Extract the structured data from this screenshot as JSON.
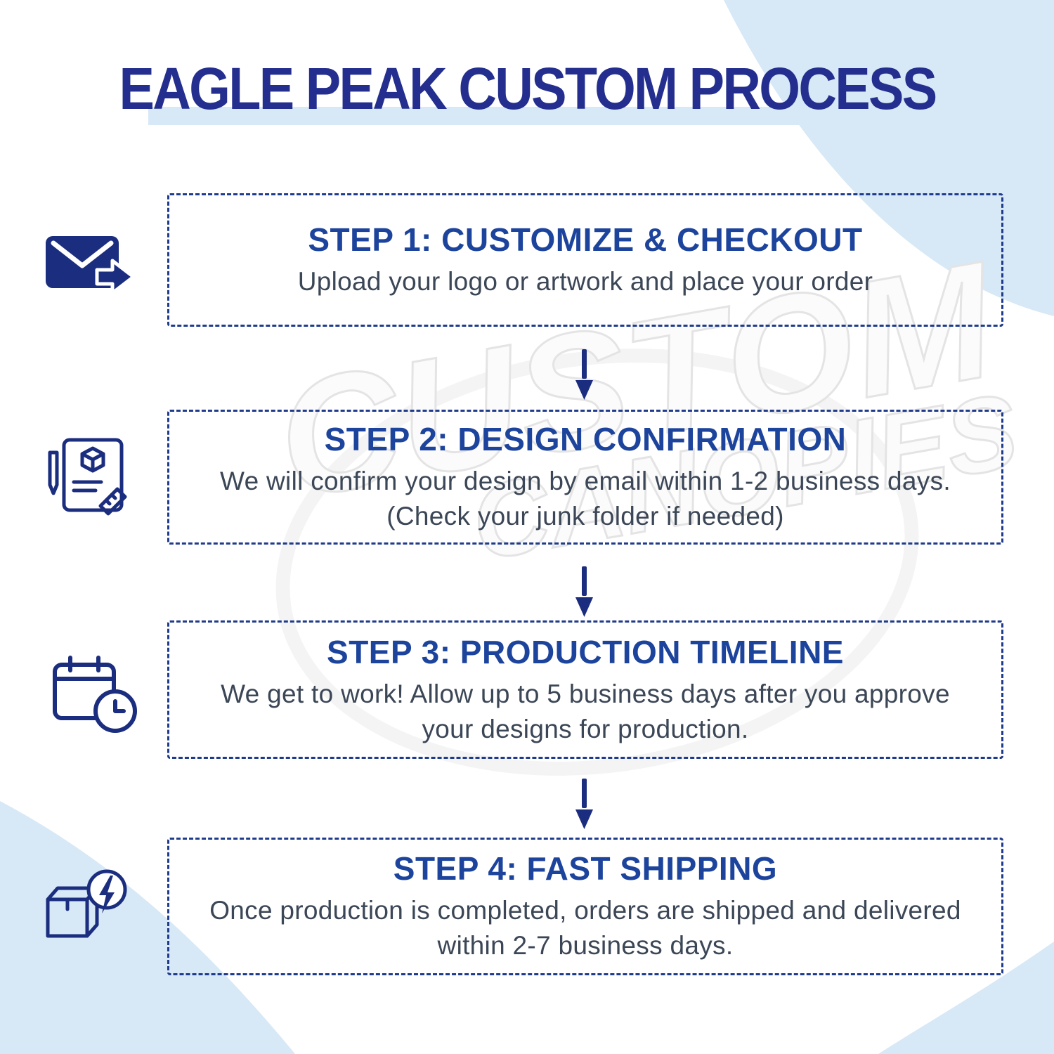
{
  "title": "EAGLE PEAK CUSTOM PROCESS",
  "watermark": {
    "line1": "CUSTOM",
    "line2": "CANOPIES"
  },
  "colors": {
    "navy": "#1b2d7e",
    "title_blue": "#232e8e",
    "heading_blue": "#1d449c",
    "body_text": "#3b4656",
    "light_blue": "#d7e8f6",
    "dashed_border": "#1f3b8c"
  },
  "steps": [
    {
      "icon": "email-forward-icon",
      "heading": "STEP 1: CUSTOMIZE & CHECKOUT",
      "body": "Upload your logo or artwork and place your order"
    },
    {
      "icon": "design-document-icon",
      "heading": "STEP 2: DESIGN CONFIRMATION",
      "body": "We will confirm your design by email within 1-2 business days. (Check your junk folder if needed)"
    },
    {
      "icon": "calendar-clock-icon",
      "heading": "STEP 3: PRODUCTION TIMELINE",
      "body": "We get to work! Allow up to 5 business days after you approve your designs for production."
    },
    {
      "icon": "shipping-box-bolt-icon",
      "heading": "STEP 4: FAST SHIPPING",
      "body": "Once production is completed, orders are shipped and delivered within 2-7 business days."
    }
  ]
}
